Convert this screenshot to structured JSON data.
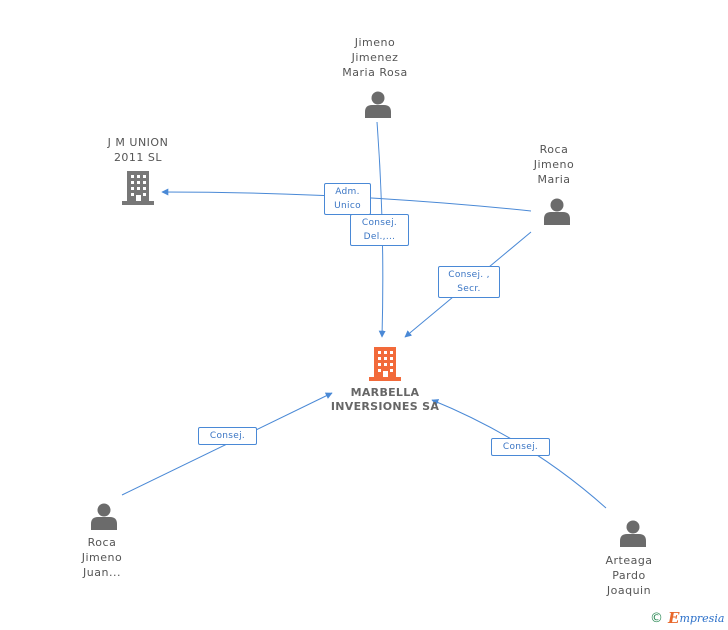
{
  "nodes": {
    "jimeno": {
      "lines": [
        "Jimeno",
        "Jimenez",
        "Maria Rosa"
      ],
      "type": "person"
    },
    "jmunion": {
      "lines": [
        "J M UNION",
        "2011 SL"
      ],
      "type": "company"
    },
    "roca_maria": {
      "lines": [
        "Roca",
        "Jimeno",
        "Maria"
      ],
      "type": "person"
    },
    "marbella": {
      "lines": [
        "MARBELLA",
        "INVERSIONES SA"
      ],
      "type": "company-main"
    },
    "roca_juan": {
      "lines": [
        "Roca",
        "Jimeno",
        "Juan..."
      ],
      "type": "person"
    },
    "arteaga": {
      "lines": [
        "Arteaga",
        "Pardo",
        "Joaquin"
      ],
      "type": "person"
    }
  },
  "edges": {
    "adm_unico": {
      "lines": [
        "Adm.",
        "Unico"
      ]
    },
    "consej_del": {
      "lines": [
        "Consej.",
        "Del.,..."
      ]
    },
    "consej_secr": {
      "lines": [
        "Consej. ,",
        "Secr."
      ]
    },
    "consej_juan": {
      "lines": [
        "Consej."
      ]
    },
    "consej_arteaga": {
      "lines": [
        "Consej."
      ]
    }
  },
  "colors": {
    "edge": "#4a89d6",
    "person_icon": "#6b6b6b",
    "company_icon": "#777777",
    "main_company_icon": "#f26a3a"
  },
  "footer": {
    "copyright": "©",
    "brand_e": "E",
    "brand_rest": "mpresia"
  }
}
